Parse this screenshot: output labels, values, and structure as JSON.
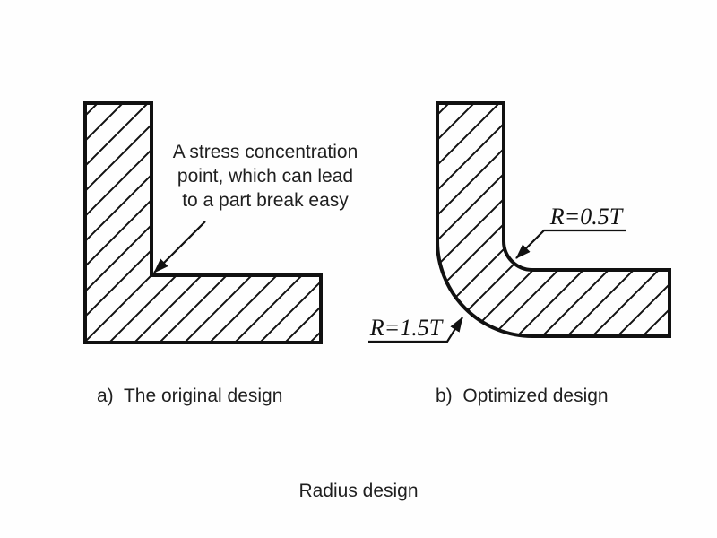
{
  "title": "Radius design",
  "figure_a": {
    "annotation": "A stress concentration\npoint, which can lead\nto a part break easy",
    "caption": "a)  The original design"
  },
  "figure_b": {
    "caption": "b)  Optimized design",
    "inner_radius_label": "R=0.5T",
    "outer_radius_label": "R=1.5T"
  },
  "colors": {
    "line": "#111111",
    "text": "#1f1f1f",
    "background": "#fefefe"
  }
}
